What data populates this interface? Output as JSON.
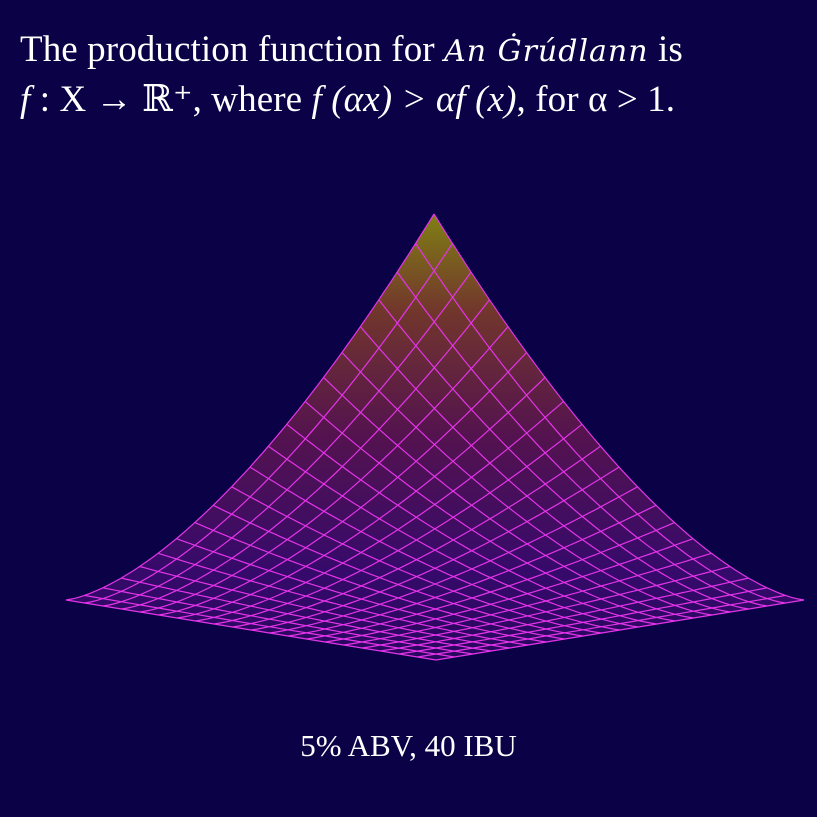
{
  "headline": {
    "line1_prefix": "The production function for",
    "line1_name": "An Ġrúdlann",
    "line1_suffix": "is",
    "line2_f": "f",
    "line2_mapping": " : X → ℝ⁺, where ",
    "line2_lhs": "f (αx) > αf (x)",
    "line2_condition": ", for α > 1."
  },
  "figure": {
    "kind": "3d-wireframe-surface",
    "grid_lines_per_direction": 21,
    "colors": {
      "background": "#0a0146",
      "mesh_line": "#e334e8",
      "fill_peak": "#8a8a10",
      "fill_base": "#3a0b6e"
    }
  },
  "caption": {
    "text": "5% ABV, 40 IBU"
  }
}
